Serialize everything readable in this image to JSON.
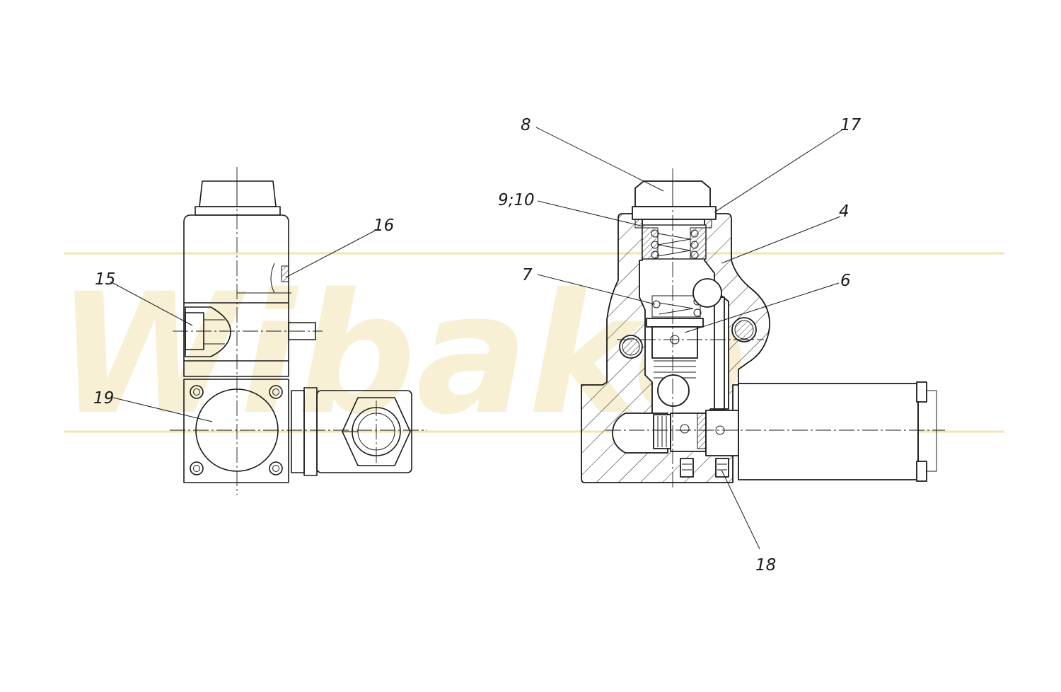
{
  "watermark": {
    "text": "Wibako",
    "color": "#f3e4b2"
  },
  "colors": {
    "ink": "#1a1a1a",
    "paper": "#ffffff"
  },
  "views": [
    "side-view",
    "section-view"
  ],
  "part_labels": {
    "p15": "15",
    "p16": "16",
    "p19": "19",
    "p8": "8",
    "p17": "17",
    "p9_10": "9;10",
    "p4": "4",
    "p7": "7",
    "p6": "6",
    "p18": "18"
  }
}
